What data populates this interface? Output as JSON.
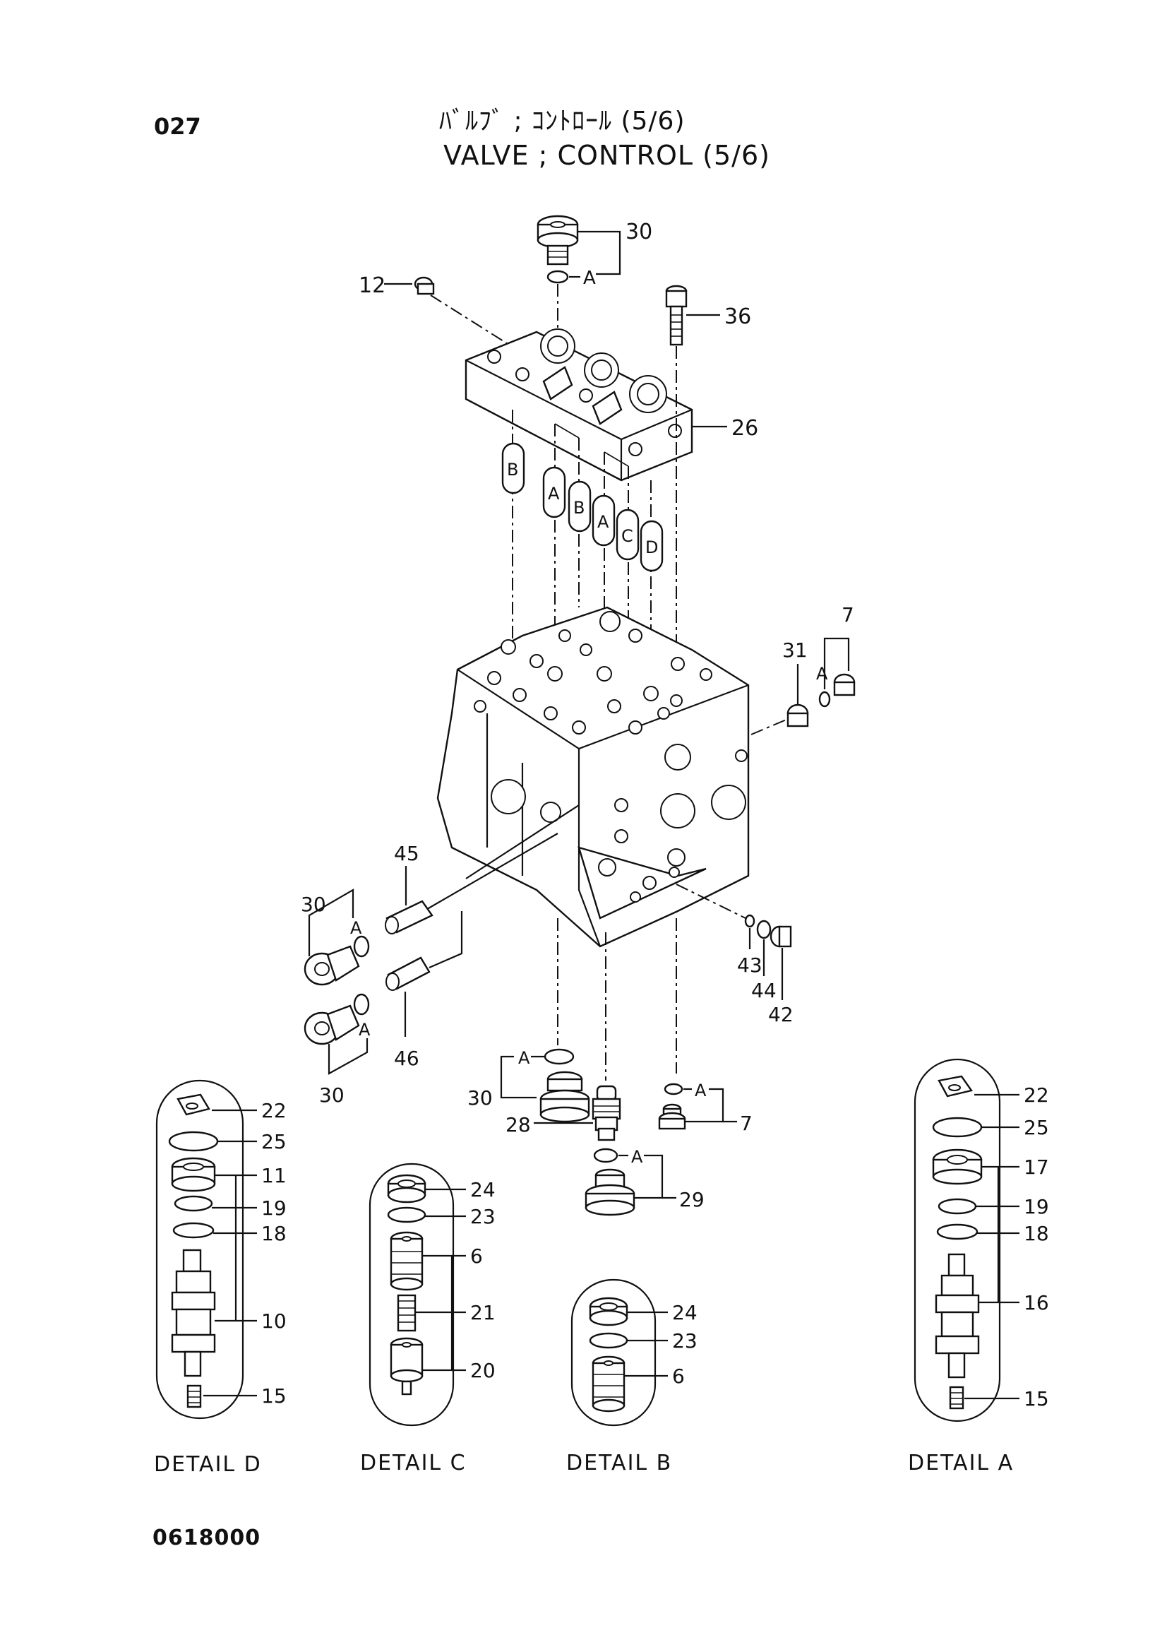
{
  "header": {
    "page_number": "027",
    "title_jp": "ﾊﾞﾙﾌﾞ ; ｺﾝﾄﾛｰﾙ (5/6)",
    "title_en": "VALVE ; CONTROL (5/6)"
  },
  "footer": {
    "drawing_code": "0618000"
  },
  "callouts": {
    "c30_top": "30",
    "a_top": "A",
    "c12": "12",
    "c36": "36",
    "c26": "26",
    "c7_right": "7",
    "c31": "31",
    "a_right": "A",
    "c45": "45",
    "c30_left1": "30",
    "a_left1": "A",
    "c46": "46",
    "a_left2": "A",
    "c30_left2": "30",
    "c43": "43",
    "c44": "44",
    "c42": "42",
    "a_bot1": "A",
    "c30_bot": "30",
    "c28": "28",
    "a_bot2": "A",
    "c7_bot": "7",
    "a_bot3": "A",
    "c29": "29"
  },
  "spool_tags": [
    "B",
    "A",
    "B",
    "A",
    "C",
    "D"
  ],
  "details": {
    "d": {
      "label": "DETAIL D",
      "parts": [
        "22",
        "25",
        "11",
        "19",
        "18",
        "10",
        "15"
      ]
    },
    "c": {
      "label": "DETAIL C",
      "parts": [
        "24",
        "23",
        "6",
        "21",
        "20"
      ]
    },
    "b": {
      "label": "DETAIL B",
      "parts": [
        "24",
        "23",
        "6"
      ]
    },
    "a": {
      "label": "DETAIL A",
      "parts": [
        "22",
        "25",
        "17",
        "19",
        "18",
        "16",
        "15"
      ]
    }
  }
}
